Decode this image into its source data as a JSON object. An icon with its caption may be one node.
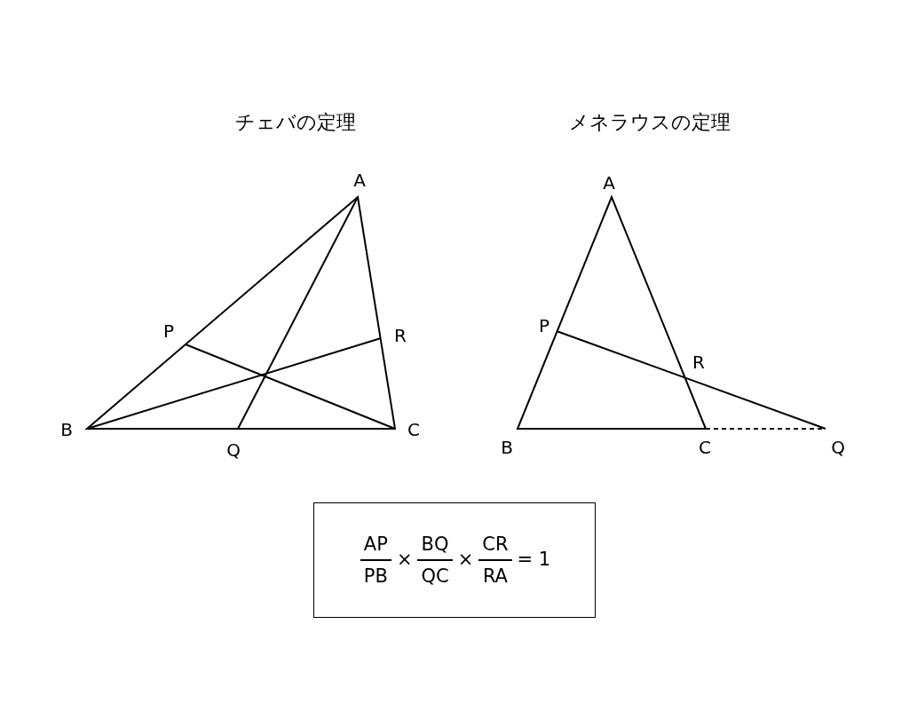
{
  "diagram": {
    "nodes": [
      {
        "text": [
          "AP",
          "PB",
          "×",
          "BQ",
          "QC",
          "×",
          "CR",
          "RA",
          "= 1"
        ]
      }
    ],
    "labels": [
      "チェバの定理",
      "メネラウスの定理",
      "A",
      "P",
      "R",
      "B",
      "C",
      "Q",
      "A",
      "P",
      "R",
      "B",
      "C",
      "Q"
    ]
  }
}
